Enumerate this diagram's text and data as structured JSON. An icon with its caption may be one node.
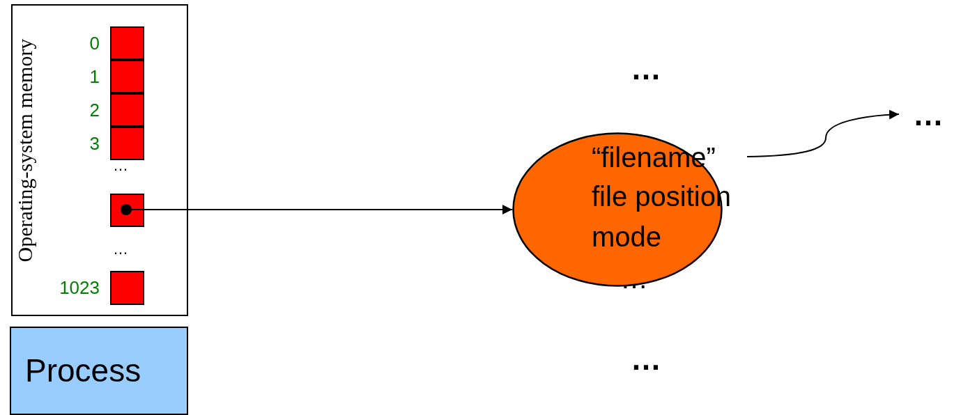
{
  "diagram": {
    "nodes": [
      {
        "text": [
          "Operating-system memory"
        ]
      },
      {
        "text": [],
        "shape": "box",
        "beside": [
          "0"
        ],
        "in": 0
      },
      {
        "text": [],
        "shape": "box",
        "beside": [
          "1"
        ],
        "in": 0
      },
      {
        "text": [],
        "shape": "box",
        "beside": [
          "2"
        ],
        "in": 0
      },
      {
        "text": [],
        "shape": "box",
        "beside": [
          "3"
        ],
        "in": 0
      },
      {
        "text": [],
        "shape": "box",
        "in": 0
      },
      {
        "text": [],
        "shape": "box",
        "beside": [
          "1023"
        ],
        "in": 0
      },
      {
        "text": [
          "Process"
        ]
      },
      {
        "text": [
          "“filename”",
          "file position",
          "mode",
          "…"
        ]
      },
      {
        "text": [
          "…"
        ]
      }
    ],
    "edges": [
      {
        "from": 5,
        "to": 8,
        "arrow": "to"
      },
      {
        "from": 8,
        "to": 9,
        "arrow": "to"
      }
    ],
    "labels": [
      "…",
      "…",
      "…",
      "…"
    ]
  }
}
